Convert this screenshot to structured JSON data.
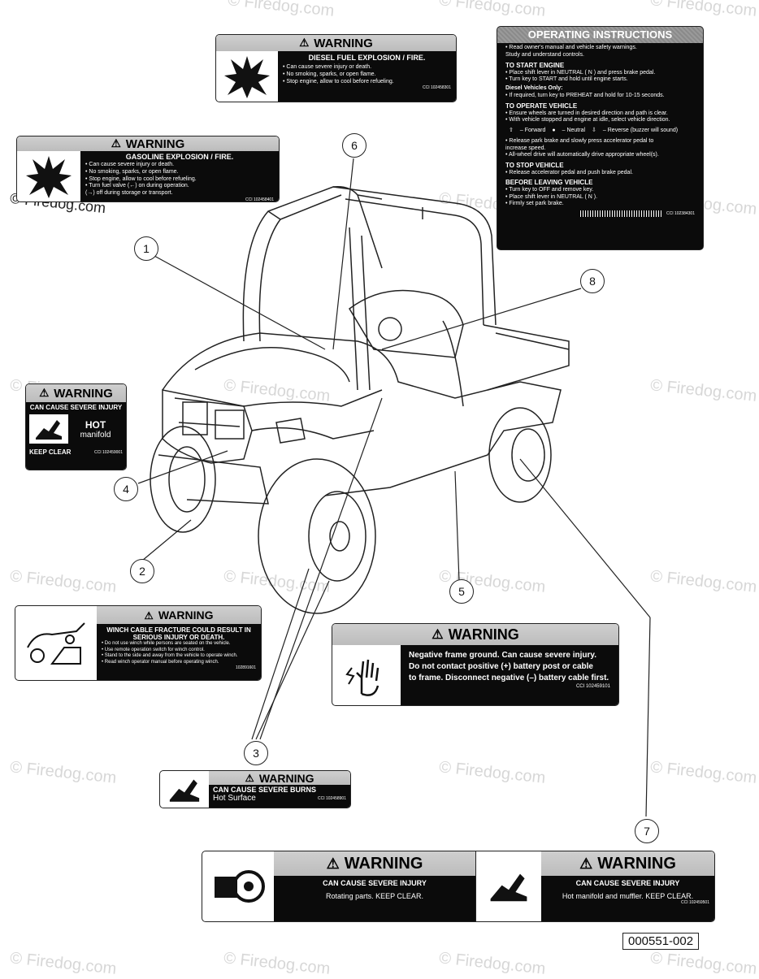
{
  "watermark": "© Firedog.com",
  "reference_number": "000551-002",
  "callouts": [
    "1",
    "2",
    "3",
    "4",
    "5",
    "6",
    "7",
    "8"
  ],
  "labels": {
    "diesel": {
      "header": "WARNING",
      "title": "DIESEL FUEL EXPLOSION / FIRE.",
      "lines": [
        "• Can cause severe injury or death.",
        "• No smoking, sparks, or open flame.",
        "• Stop engine, allow to cool before refueling."
      ],
      "code": "CCI 102458301"
    },
    "gasoline": {
      "header": "WARNING",
      "title": "GASOLINE EXPLOSION / FIRE.",
      "lines": [
        "• Can cause severe injury or death.",
        "• No smoking, sparks, or open flame.",
        "• Stop engine, allow to cool before refueling.",
        "• Turn fuel valve (←) on during operation.",
        "  (→) off during storage or transport."
      ],
      "code": "CCI 102458401"
    },
    "operating": {
      "header": "OPERATING INSTRUCTIONS",
      "intro": [
        "• Read owner's manual and vehicle safety warnings.",
        "  Study and understand controls."
      ],
      "start_title": "TO START ENGINE",
      "start_lines": [
        "• Place shift lever in NEUTRAL ( N ) and press brake pedal.",
        "• Turn key to START and hold until engine starts."
      ],
      "diesel_only": "Diesel Vehicles Only:",
      "diesel_line": "• If required, turn key to PREHEAT and hold for 10-15 seconds.",
      "operate_title": "TO OPERATE VEHICLE",
      "operate_lines": [
        "• Ensure wheels are turned in desired direction and path is clear.",
        "• With vehicle stopped and engine at idle, select vehicle direction."
      ],
      "directions": [
        "– Forward",
        "– Neutral",
        "– Reverse (buzzer will sound)"
      ],
      "operate_lines2": [
        "• Release park brake and slowly press accelerator pedal to",
        "  increase speed.",
        "• All-wheel drive will automatically drive appropriate wheel(s)."
      ],
      "stop_title": "TO STOP VEHICLE",
      "stop_lines": [
        "• Release accelerator pedal and push brake pedal."
      ],
      "leave_title": "BEFORE LEAVING VEHICLE",
      "leave_lines": [
        "• Turn key to OFF and remove key.",
        "• Place shift lever in NEUTRAL ( N ).",
        "• Firmly set park brake."
      ],
      "code": "CCI 102384301"
    },
    "hot_manifold": {
      "header": "WARNING",
      "title": "CAN CAUSE SEVERE INJURY",
      "hot": "HOT",
      "manifold": "manifold",
      "keep_clear": "KEEP CLEAR",
      "code": "CCI 102459001"
    },
    "winch": {
      "header": "WARNING",
      "title": "WINCH CABLE FRACTURE COULD RESULT IN SERIOUS INJURY OR DEATH.",
      "lines": [
        "• Do not use winch while persons are seated on the vehicle.",
        "• Use remote operation switch for winch control.",
        "• Stand to the side and away from the vehicle to operate winch.",
        "• Read winch operator manual before operating winch."
      ],
      "code": "102891601"
    },
    "battery": {
      "header": "WARNING",
      "lines": [
        "Negative frame ground. Can cause severe injury.",
        "Do not contact positive (+) battery post or cable",
        "to frame. Disconnect negative (–) battery cable first."
      ],
      "code": "CCI 102459101"
    },
    "burns": {
      "header": "WARNING",
      "title": "CAN CAUSE SEVERE BURNS",
      "sub": "Hot Surface",
      "code": "CCI 102458901"
    },
    "rotating": {
      "header": "WARNING",
      "title": "CAN CAUSE SEVERE INJURY",
      "sub": "Rotating parts. KEEP CLEAR."
    },
    "muffler": {
      "header": "WARNING",
      "title": "CAN CAUSE SEVERE INJURY",
      "sub": "Hot manifold and muffler. KEEP CLEAR.",
      "code": "CCI 102459501"
    }
  },
  "icons": [
    "explosion-icon",
    "hand-shock-icon",
    "hand-burn-icon",
    "winch-person-icon",
    "hand-gear-icon",
    "utility-vehicle-drawing"
  ]
}
